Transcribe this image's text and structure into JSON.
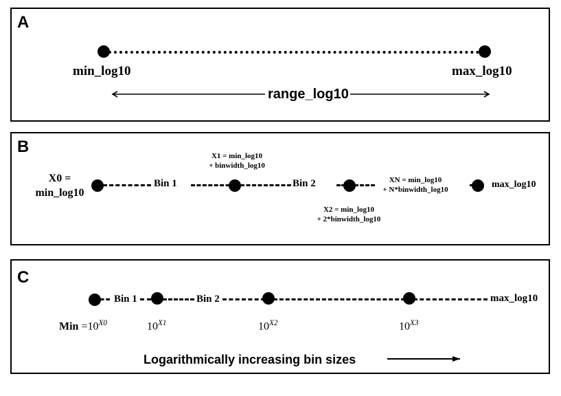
{
  "panels": {
    "a": {
      "label": "A",
      "min_label": "min_log10",
      "max_label": "max_log10",
      "range_label": "range_log10"
    },
    "b": {
      "label": "B",
      "x0_line1": "X0 =",
      "x0_line2": "min_log10",
      "bin1": "Bin 1",
      "bin2": "Bin 2",
      "x1_line1": "X1 = min_log10",
      "x1_line2": "+ binwidth_log10",
      "x2_line1": "X2 = min_log10",
      "x2_line2": "+ 2*binwidth_log10",
      "xn_line1": "XN = min_log10",
      "xn_line2": "+ N*binwidth_log10",
      "max_label": "max_log10"
    },
    "c": {
      "label": "C",
      "bin1": "Bin 1",
      "bin2": "Bin 2",
      "max_label": "max_log10",
      "min_prefix": "Min",
      "min_eq": " =10",
      "base": "10",
      "exp0": "X0",
      "exp1": "X1",
      "exp2": "X2",
      "exp3": "X3",
      "caption": "Logarithmically increasing bin sizes"
    }
  }
}
